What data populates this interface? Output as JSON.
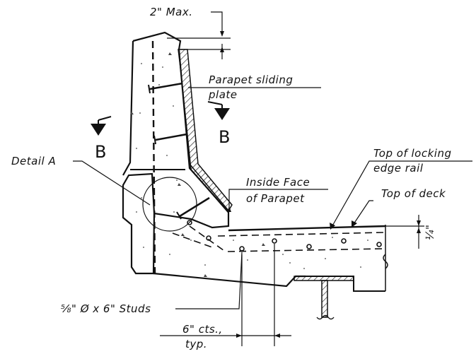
{
  "labels": {
    "max_gap": "2\" Max.",
    "sliding_plate_line1": "Parapet sliding",
    "sliding_plate_line2": "plate",
    "section_left": "B",
    "section_right": "B",
    "detail": "Detail A",
    "top_locking_line1": "Top of locking",
    "top_locking_line2": "edge rail",
    "inside_face_line1": "Inside Face",
    "inside_face_line2": "of Parapet",
    "top_of_deck": "Top of deck",
    "slope": "¼\"",
    "studs": "⅝\" Ø x 6\" Studs",
    "spacing_line1": "6\" cts.,",
    "spacing_line2": "typ."
  }
}
